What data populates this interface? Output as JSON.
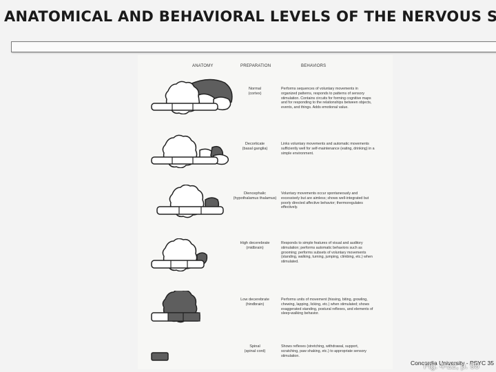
{
  "title": "ANATOMICAL AND BEHAVIORAL LEVELS OF THE NERVOUS SYSTEM",
  "columns": {
    "anatomy": "ANATOMY",
    "preparation": "PREPARATION",
    "behaviors": "BEHAVIORS"
  },
  "rows": [
    {
      "prep_line1": "Normal",
      "prep_line2": "(cortex)",
      "behaviors": "Performs sequences of voluntary movements in organized patterns, responds to patterns of sensory stimulation. Contains circuits for forming cognitive maps and for responding to the relationships between objects, events, and things. Adds emotional value."
    },
    {
      "prep_line1": "Decorticate",
      "prep_line2": "(basal ganglia)",
      "behaviors": "Links voluntary movements and automatic movements sufficiently well for self-maintenance (eating, drinking) in a simple environment."
    },
    {
      "prep_line1": "Diencephalic",
      "prep_line2": "(hypothalamus thalamus)",
      "behaviors": "Voluntary movements occur spontaneously and excessively but are aimless; shows well-integrated but poorly directed affective behavior; thermoregulates effectively."
    },
    {
      "prep_line1": "High decerebrate",
      "prep_line2": "(midbrain)",
      "behaviors": "Responds to simple features of visual and auditory stimulation; performs automatic behaviors such as grooming; performs subsets of voluntary movements (standing, walking, turning, jumping, climbing, etc.) when stimulated."
    },
    {
      "prep_line1": "Low decerebrate",
      "prep_line2": "(hindbrain)",
      "behaviors": "Performs units of movement (hissing, biting, growling, chewing, lapping, licking, etc.) when stimulated; shows exaggerated standing, postural reflexes, and elements of sleep-walking behavior."
    },
    {
      "prep_line1": "Spinal",
      "prep_line2": "(spinal cord)",
      "behaviors": "Shows reflexes (stretching, withdrawal, support, scratching, paw shaking, etc.) to appropriate sensory stimulation."
    }
  ],
  "footer": {
    "credit": "Concordia University - PSYC 35",
    "figure_ref": "Fig. 4-22, p. 95"
  },
  "colors": {
    "shaded": "#5e5e5e",
    "outline": "#222222"
  }
}
